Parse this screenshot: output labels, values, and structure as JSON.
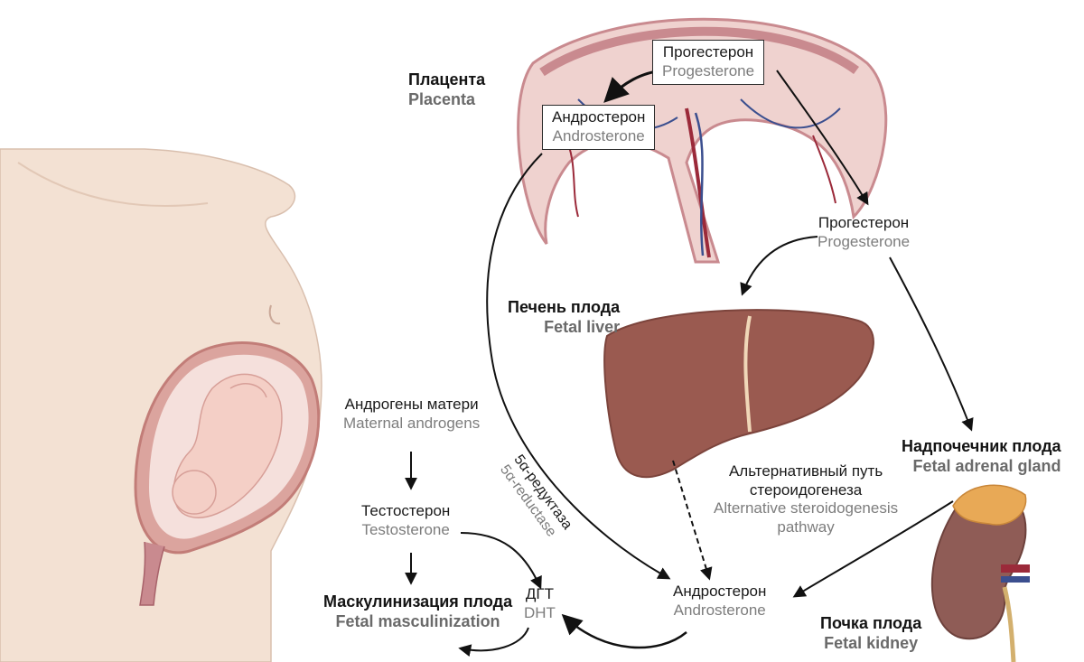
{
  "labels": {
    "placenta": {
      "ru": "Плацента",
      "en": "Placenta"
    },
    "progesterone_box": {
      "ru": "Прогестерон",
      "en": "Progesterone"
    },
    "androsterone_box": {
      "ru": "Андростерон",
      "en": "Androsterone"
    },
    "progesterone_mid": {
      "ru": "Прогестерон",
      "en": "Progesterone"
    },
    "fetal_liver": {
      "ru": "Печень плода",
      "en": "Fetal liver"
    },
    "fetal_adrenal": {
      "ru": "Надпочечник плода",
      "en": "Fetal adrenal gland"
    },
    "alt_pathway": {
      "ru1": "Альтернативный путь",
      "ru2": "стероидогенеза",
      "en1": "Alternative steroidogenesis",
      "en2": "pathway"
    },
    "maternal_androgens": {
      "ru": "Андрогены матери",
      "en": "Maternal androgens"
    },
    "testosterone": {
      "ru": "Тестостерон",
      "en": "Testosterone"
    },
    "reductase": {
      "ru": "5α-редуктаза",
      "en": "5α-reductase"
    },
    "dht": {
      "ru": "ДГТ",
      "en": "DHT"
    },
    "masculinization": {
      "ru": "Маскулинизация плода",
      "en": "Fetal masculinization"
    },
    "androsterone_bottom": {
      "ru": "Андростерон",
      "en": "Androsterone"
    },
    "fetal_kidney": {
      "ru": "Почка плода",
      "en": "Fetal kidney"
    }
  },
  "colors": {
    "skin": "#f3e1d3",
    "skin_line": "#d9bfae",
    "placenta": "#c98a8f",
    "placenta_light": "#efd2cf",
    "liver": "#9a5a50",
    "liver_dark": "#7c443c",
    "kidney": "#8f5c56",
    "adrenal": "#e8a956",
    "vessel_blue": "#3b4f8f",
    "vessel_red": "#9b2a3a",
    "arrow": "#111111"
  }
}
